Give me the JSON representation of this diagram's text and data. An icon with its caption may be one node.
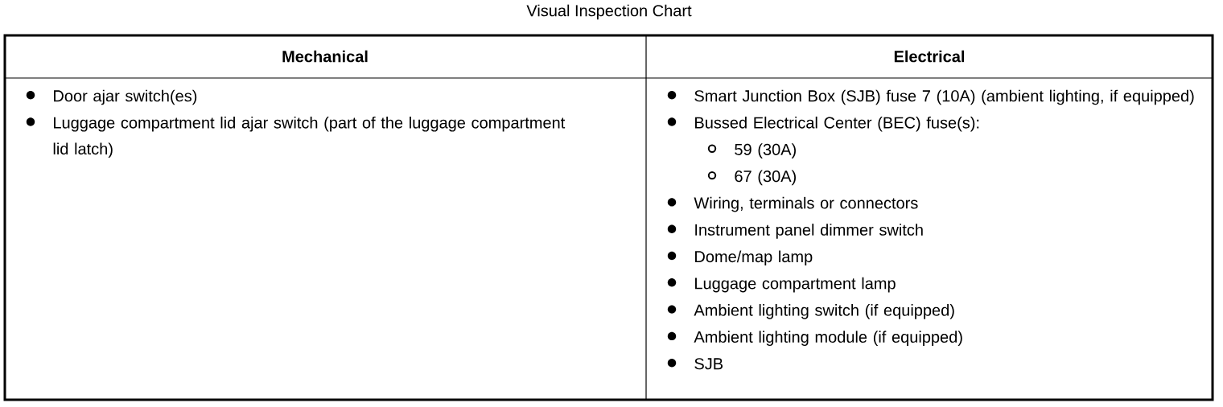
{
  "diagram": {
    "title": "Visual Inspection Chart",
    "labels": [
      "Mechanical",
      "Electrical",
      "Door ajar switch(es)",
      "Luggage compartment lid ajar switch (part of the luggage compartment lid latch)",
      "Smart Junction Box (SJB) fuse 7 (10A) (ambient lighting, if equipped)",
      "Bussed Electrical Center (BEC) fuse(s):",
      "59 (30A)",
      "67 (30A)",
      "Wiring, terminals or connectors",
      "Instrument panel dimmer switch",
      "Dome/map lamp",
      "Luggage compartment lamp",
      "Ambient lighting switch (if equipped)",
      "Ambient lighting module (if equipped)",
      "SJB"
    ]
  }
}
